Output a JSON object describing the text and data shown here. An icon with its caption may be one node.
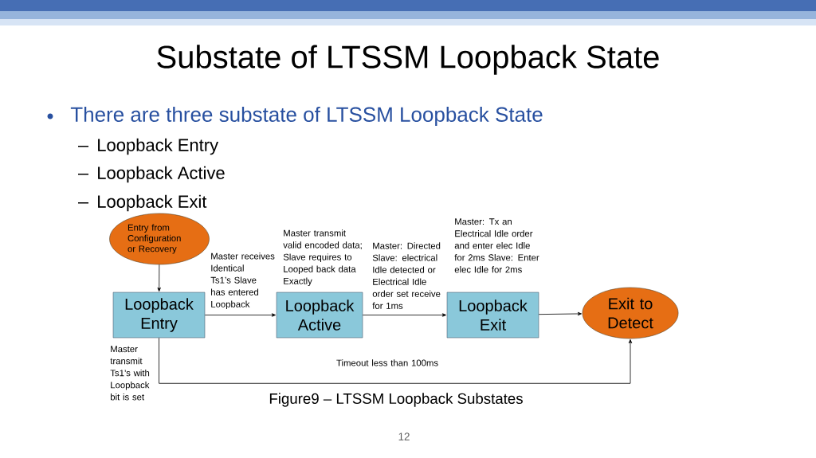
{
  "diagram": {
    "title": "Substate of LTSSM Loopback State",
    "caption": "Figure9 – LTSSM Loopback Substates",
    "nodes": [
      {
        "text": [
          "Entry from Configuration or Recovery"
        ]
      },
      {
        "text": [
          "Loopback Entry"
        ],
        "beside": [
          "Master transmit Ts1’s with Loopback bit is set"
        ]
      },
      {
        "text": [
          "Loopback Active"
        ],
        "beside": [
          "Master transmit valid encoded data; Slave requires to Looped back data Exactly"
        ]
      },
      {
        "text": [
          "Loopback Exit"
        ],
        "beside": [
          "Master: Tx an Electrical Idle order and enter elec Idle for 2ms Slave: Enter elec Idle for 2ms"
        ]
      },
      {
        "text": [
          "Exit to Detect"
        ]
      }
    ],
    "edges": [
      {
        "from": 0,
        "to": 1,
        "arrow": "to"
      },
      {
        "from": 1,
        "to": 2,
        "arrow": "to",
        "label": "Master receives Identical Ts1’s Slave has entered Loopback"
      },
      {
        "from": 2,
        "to": 3,
        "arrow": "to",
        "label": "Master: Directed Slave: electrical Idle detected or Electrical Idle order set receive for 1ms"
      },
      {
        "from": 3,
        "to": 4,
        "arrow": "to"
      },
      {
        "from": 1,
        "to": 4,
        "arrow": "to",
        "label": "Timeout less than 100ms"
      }
    ],
    "labels": [
      "There are three substate of LTSSM Loopback State",
      "Loopback Entry",
      "Loopback Active",
      "Loopback Exit",
      "12"
    ]
  }
}
